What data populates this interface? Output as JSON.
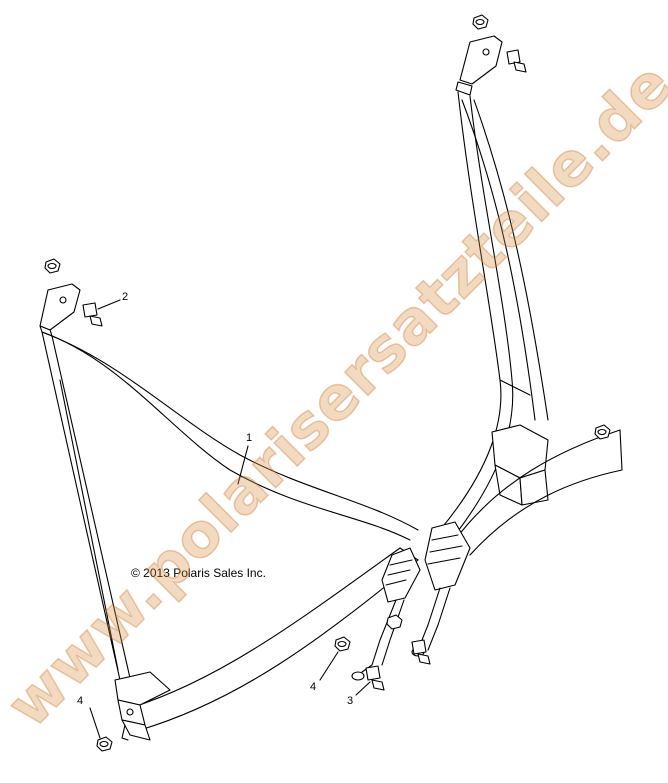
{
  "callouts": {
    "part_1": "1",
    "part_2": "2",
    "part_3": "3",
    "part_4_center": "4",
    "part_4_left": "4"
  },
  "copyright": "© 2013 Polaris Sales Inc.",
  "watermark": "www.polarisersatzteile.de",
  "colors": {
    "line": "#000000",
    "background": "#ffffff",
    "watermark": "#d68c3c"
  }
}
